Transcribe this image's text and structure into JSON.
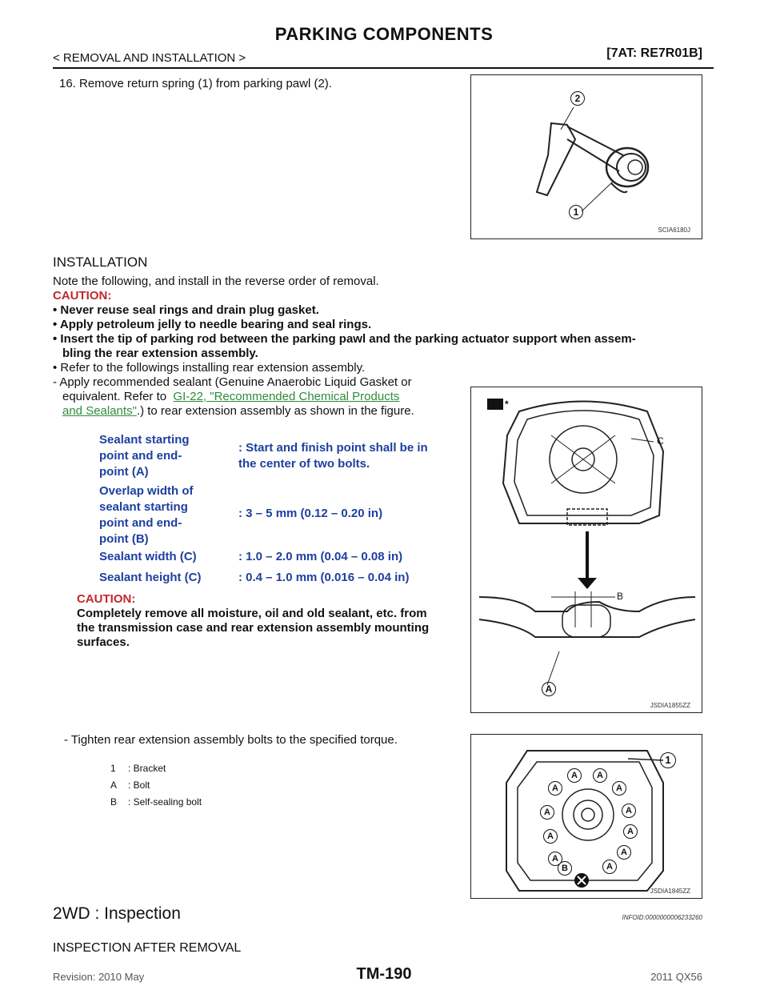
{
  "header": {
    "title": "PARKING COMPONENTS",
    "breadcrumb": "< REMOVAL AND INSTALLATION >",
    "model": "[7AT: RE7R01B]"
  },
  "step16": "16. Remove return spring (1) from parking pawl (2).",
  "installation": {
    "heading": "INSTALLATION",
    "intro": "Note the following, and install in the reverse order of removal.",
    "caution_label": "CAUTION:",
    "bullets": [
      "Never reuse seal rings and drain plug gasket.",
      "Apply petroleum jelly to needle bearing and seal rings.",
      "Insert the tip of parking rod between the parking pawl and the parking actuator support when assem-",
      "bling the rear extension assembly."
    ],
    "refer": "Refer to the followings installing rear extension assembly.",
    "apply_1": "- Apply recommended sealant (Genuine Anaerobic Liquid Gasket or",
    "apply_2": "equivalent. Refer to",
    "link_1": "GI-22, \"Recommended Chemical Products",
    "link_2": "and Sealants\"",
    "apply_3": ".) to rear extension assembly as shown in the figure."
  },
  "specs": [
    {
      "label_lines": [
        "Sealant starting",
        "point and end-",
        "point (A)"
      ],
      "value_lines": [
        ": Start and finish point shall be in",
        "the center of two bolts."
      ]
    },
    {
      "label_lines": [
        "Overlap width of",
        "sealant starting",
        "point and end-",
        "point (B)"
      ],
      "value_lines": [
        ": 3 – 5 mm (0.12 – 0.20 in)"
      ]
    },
    {
      "label_lines": [
        "Sealant width (C)"
      ],
      "value_lines": [
        ": 1.0 – 2.0 mm (0.04 – 0.08 in)"
      ]
    },
    {
      "label_lines": [
        "Sealant height (C)"
      ],
      "value_lines": [
        ": 0.4 – 1.0 mm (0.016 – 0.04 in)"
      ]
    }
  ],
  "caution2": {
    "label": "CAUTION:",
    "line1": "Completely remove all moisture, oil and old sealant, etc. from",
    "line2": "the transmission case and rear extension assembly mounting",
    "line3": "surfaces."
  },
  "tighten": "- Tighten rear extension assembly bolts to the specified torque.",
  "legend": [
    {
      "key": "1",
      "text": ": Bracket"
    },
    {
      "key": "A",
      "text": ": Bolt"
    },
    {
      "key": "B",
      "text": ": Self-sealing bolt"
    }
  ],
  "figures": {
    "fig1": {
      "code": "SCIA6180J",
      "callout_1": "1",
      "callout_2": "2"
    },
    "fig2": {
      "code": "JSDIA1855ZZ",
      "label_a": "A",
      "label_b": "B",
      "label_c": "C",
      "star": "*"
    },
    "fig3": {
      "code": "JSDIA1845ZZ",
      "label_1": "1",
      "bolt": "A",
      "self_seal": "B"
    }
  },
  "inspection": {
    "title": "2WD : Inspection",
    "infoid": "INFOID:0000000006233260",
    "heading": "INSPECTION AFTER REMOVAL"
  },
  "footer": {
    "revision": "Revision: 2010 May",
    "page": "TM-190",
    "model": "2011 QX56"
  }
}
